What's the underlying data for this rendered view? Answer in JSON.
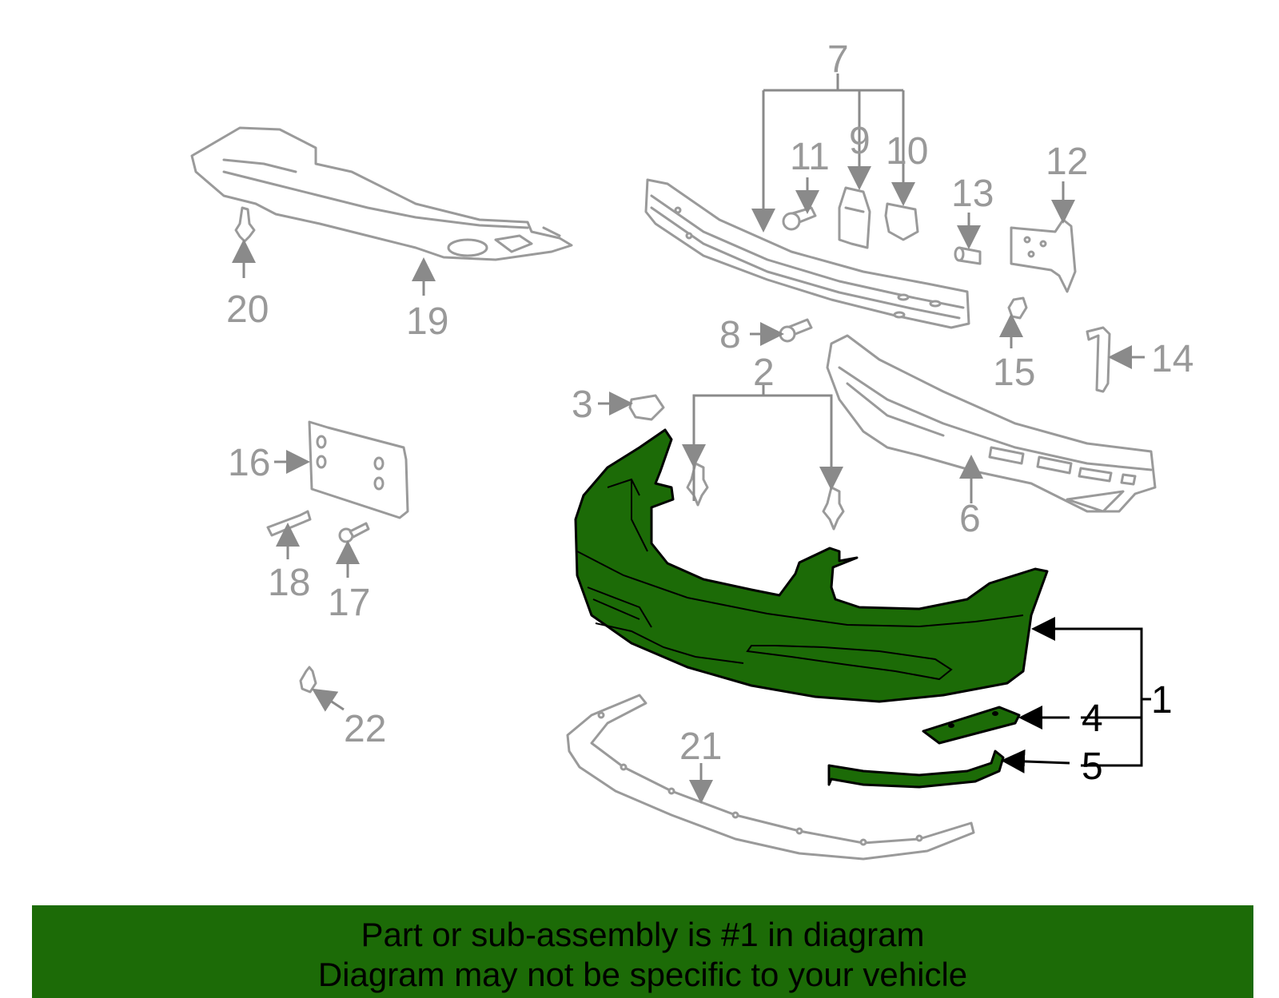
{
  "callouts": {
    "c1": "1",
    "c2": "2",
    "c3": "3",
    "c4": "4",
    "c5": "5",
    "c6": "6",
    "c7": "7",
    "c8": "8",
    "c9": "9",
    "c10": "10",
    "c11": "11",
    "c12": "12",
    "c13": "13",
    "c14": "14",
    "c15": "15",
    "c16": "16",
    "c17": "17",
    "c18": "18",
    "c19": "19",
    "c20": "20",
    "c21": "21",
    "c22": "22"
  },
  "highlighted_parts": [
    "1",
    "4",
    "5"
  ],
  "colors": {
    "highlight": "#1c6b07",
    "outline_gray": "#9a9a9a",
    "callout_gray": "#999999"
  },
  "banner": {
    "line1": "Part or sub-assembly is #1 in diagram",
    "line2": "Diagram may not be specific to your vehicle"
  }
}
